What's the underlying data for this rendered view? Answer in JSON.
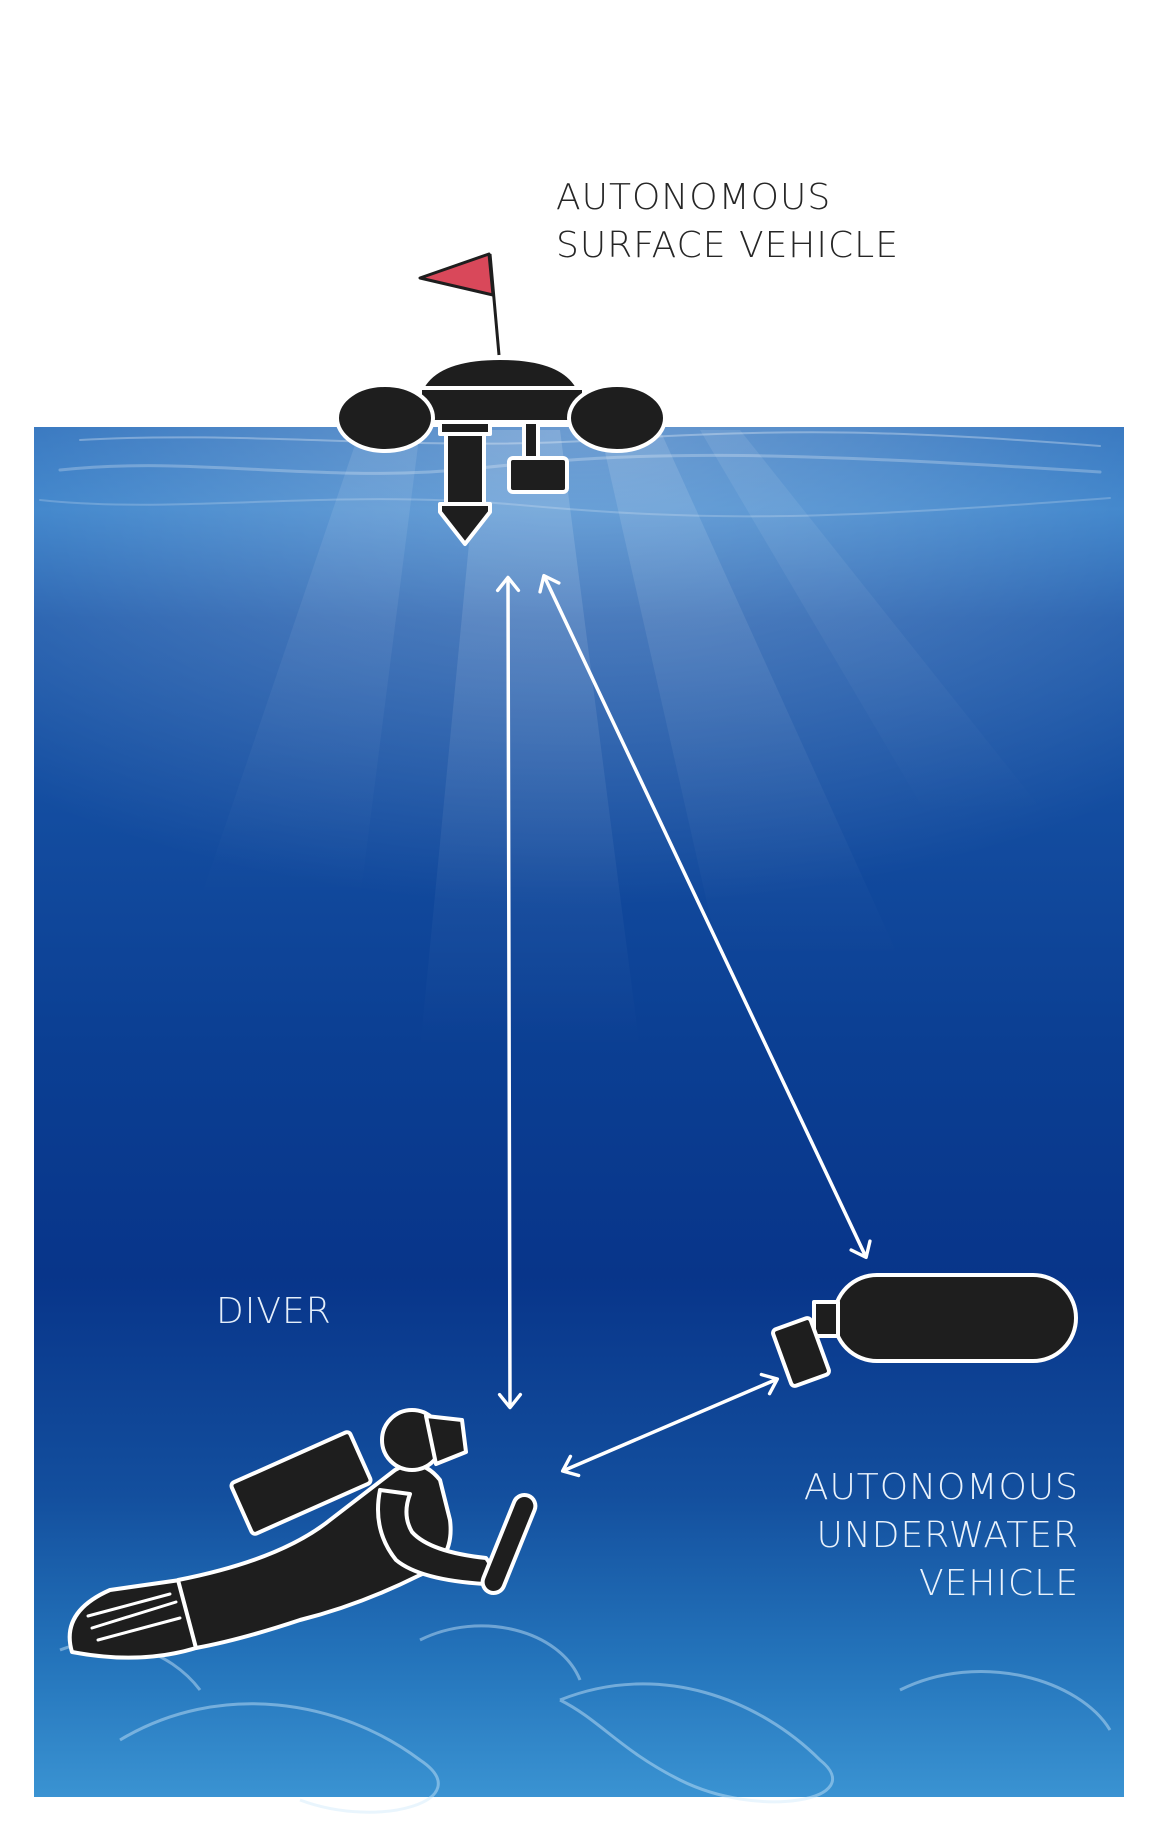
{
  "labels": {
    "asv": [
      "AUTONOMOUS",
      "SURFACE VEHICLE"
    ],
    "diver": "DIVER",
    "auv": [
      "AUTONOMOUS",
      "UNDERWATER",
      "VEHICLE"
    ]
  },
  "colors": {
    "sky": "#ffffff",
    "water_top": "#1c63b4",
    "water_mid": "#0a3a8e",
    "water_bottom": "#2b84c8",
    "vehicle_fill": "#1e1e1e",
    "outline": "#ffffff",
    "flag": "#d9485a",
    "arrow": "#ffffff"
  },
  "icons": [
    "flag-icon",
    "surface-vehicle-icon",
    "underwater-vehicle-icon",
    "diver-icon"
  ],
  "links": [
    {
      "from": "asv",
      "to": "diver"
    },
    {
      "from": "asv",
      "to": "auv"
    },
    {
      "from": "diver",
      "to": "auv"
    }
  ]
}
